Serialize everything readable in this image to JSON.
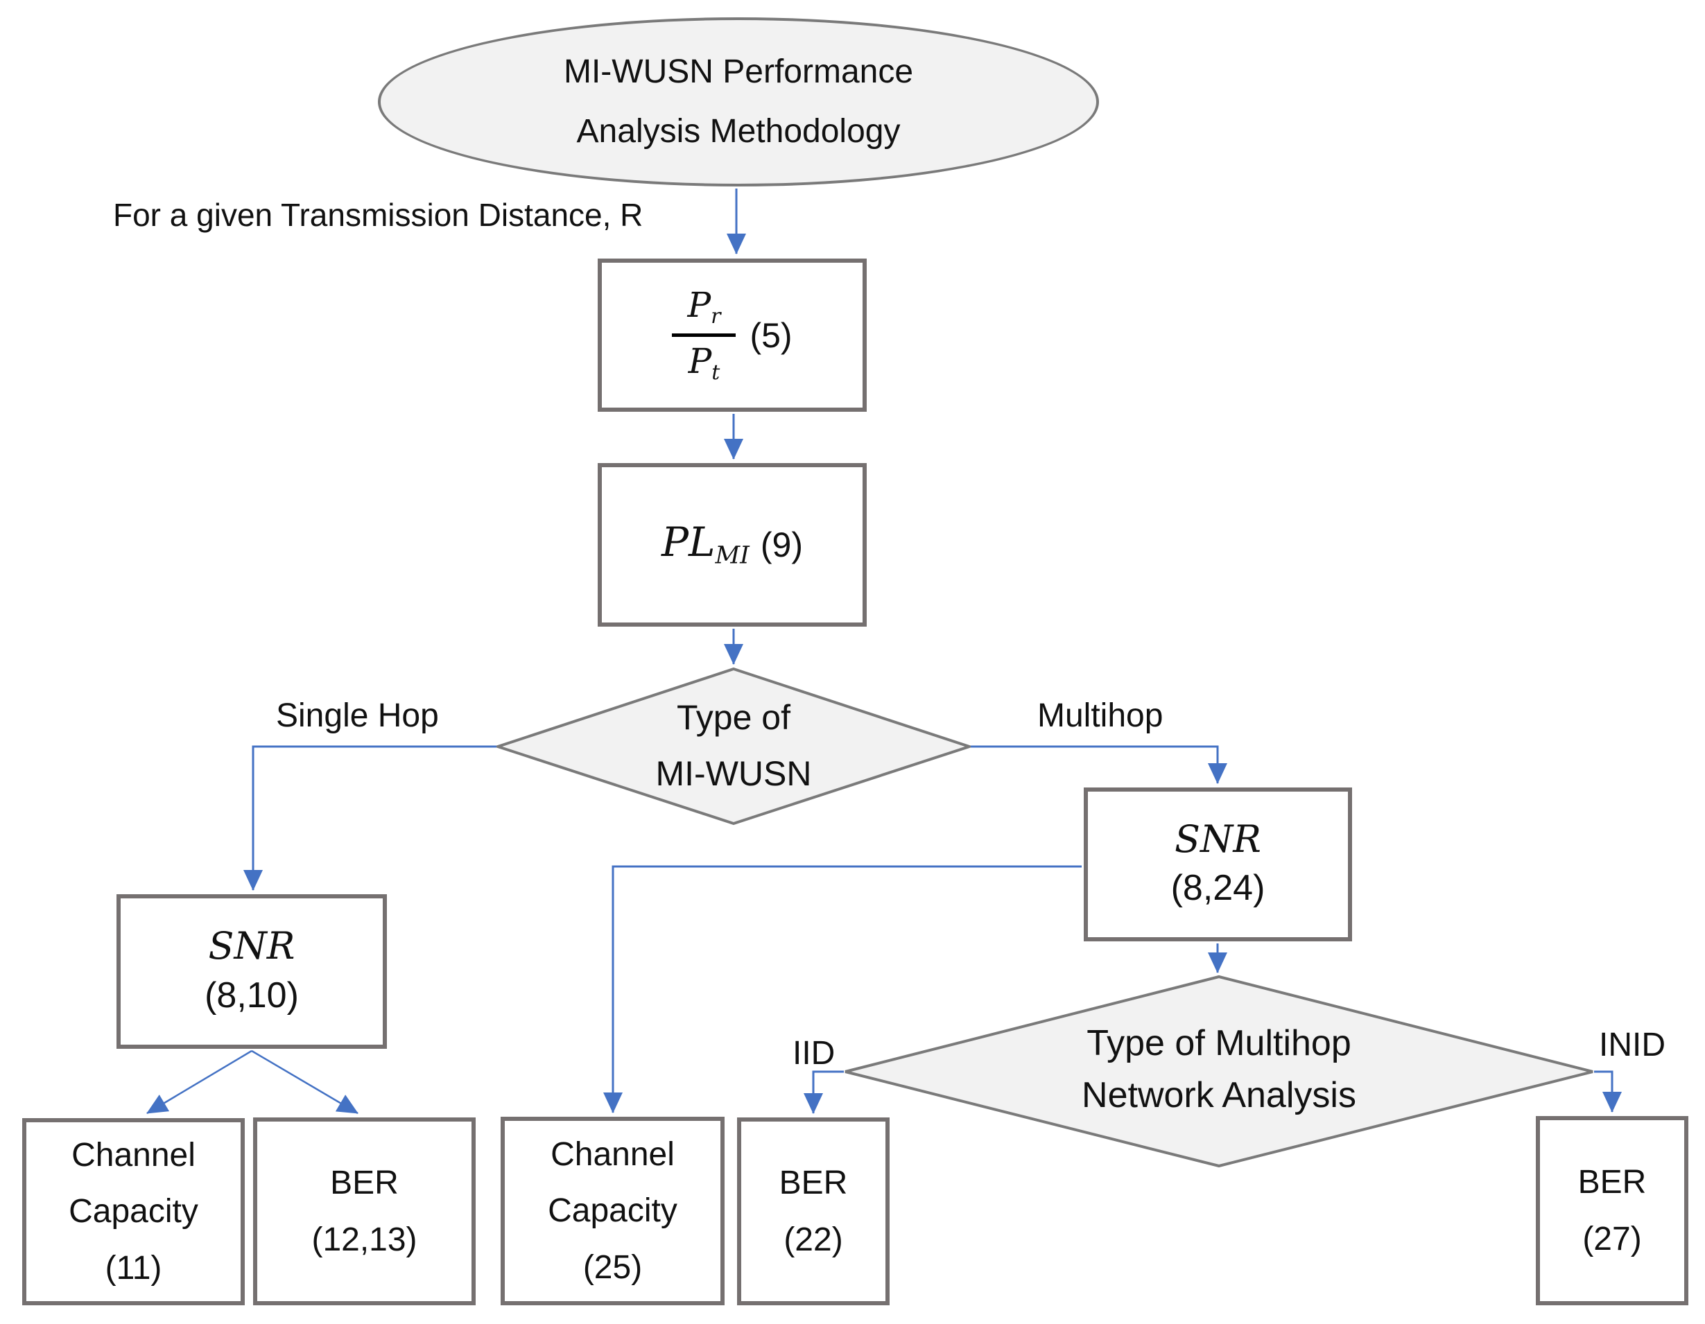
{
  "flowchart": {
    "start": {
      "line1": "MI-WUSN Performance",
      "line2": "Analysis Methodology"
    },
    "annotation": "For a given Transmission Distance, R",
    "prpt": {
      "num_base": "P",
      "num_sub": "r",
      "den_base": "P",
      "den_sub": "t",
      "ref": "(5)"
    },
    "pl": {
      "base": "PL",
      "sub": "MI",
      "ref": "(9)"
    },
    "diamond_miwusn": {
      "line1": "Type of",
      "line2": "MI-WUSN"
    },
    "branch_labels": {
      "single_hop": "Single Hop",
      "multihop": "Multihop",
      "iid": "IID",
      "inid": "INID"
    },
    "snr_single": {
      "base": "SNR",
      "ref": "(8,10)"
    },
    "snr_multi": {
      "base": "SNR",
      "ref": "(8,24)"
    },
    "diamond_multihop": {
      "line1": "Type of Multihop",
      "line2": "Network Analysis"
    },
    "channel_capacity_11": {
      "line1": "Channel",
      "line2": "Capacity",
      "ref": "(11)"
    },
    "ber_12_13": {
      "line1": "BER",
      "ref": "(12,13)"
    },
    "channel_capacity_25": {
      "line1": "Channel",
      "line2": "Capacity",
      "ref": "(25)"
    },
    "ber_22": {
      "line1": "BER",
      "ref": "(22)"
    },
    "ber_27": {
      "line1": "BER",
      "ref": "(27)"
    },
    "colors": {
      "arrow": "#4472C4",
      "shape_border": "#7A7A7A",
      "box_border": "#757070",
      "shape_fill": "#F2F2F2",
      "text": "#111111"
    }
  }
}
